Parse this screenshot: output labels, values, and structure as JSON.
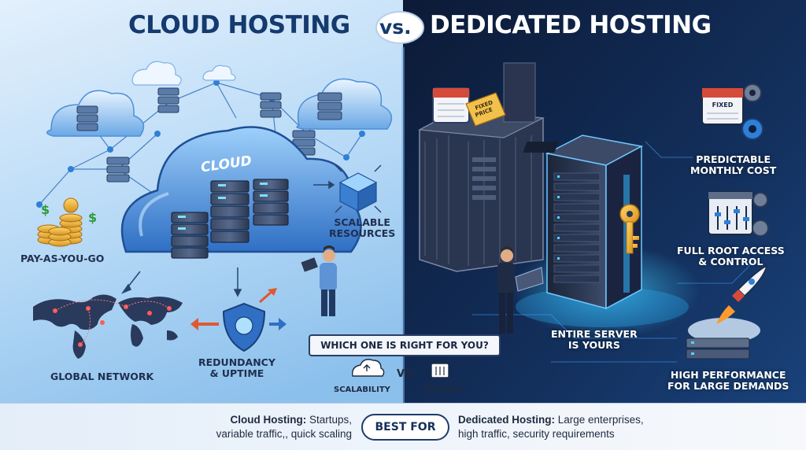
{
  "title": {
    "left": "CLOUD HOSTING",
    "vs": "vs.",
    "right": "DEDICATED HOSTING"
  },
  "cloud": {
    "badge": "CLOUD",
    "features": {
      "pay": "PAY-AS-YOU-GO",
      "scalable": "SCALABLE\nRESOURCES",
      "global": "GLOBAL NETWORK",
      "redundancy": "REDUNDANCY\n& UPTIME"
    }
  },
  "dedicated": {
    "price_tag": "FIXED\nPRICE",
    "calendar_tag": "FIXED",
    "features": {
      "predictable": "PREDICTABLE\nMONTHLY COST",
      "root": "FULL ROOT ACCESS\n& CONTROL",
      "entire": "ENTIRE SERVER\nIS YOURS",
      "performance": "HIGH PERFORMANCE\nFOR LARGE DEMANDS"
    }
  },
  "comparison": {
    "question": "WHICH ONE IS RIGHT FOR YOU?",
    "scalability": "SCALABILITY",
    "vs": "VS.",
    "control": "CONTROL"
  },
  "best_for": {
    "label": "BEST FOR",
    "cloud_title": "Cloud Hosting:",
    "cloud_line1": " Startups,",
    "cloud_line2": "variable traffic,, quick scaling",
    "dedicated_title": "Dedicated Hosting:",
    "dedicated_line1": " Large enterprises,",
    "dedicated_line2": "high traffic, security requirements"
  },
  "colors": {
    "left_bg_top": "#d9ebfb",
    "left_bg_bottom": "#8fc3ee",
    "right_bg_top": "#0e1e3c",
    "right_bg_bottom": "#163a6e",
    "accent_blue": "#2f7fd6",
    "glow_cyan": "#39c3ff",
    "key_gold": "#f2b632",
    "title_dark": "#143a6e"
  }
}
